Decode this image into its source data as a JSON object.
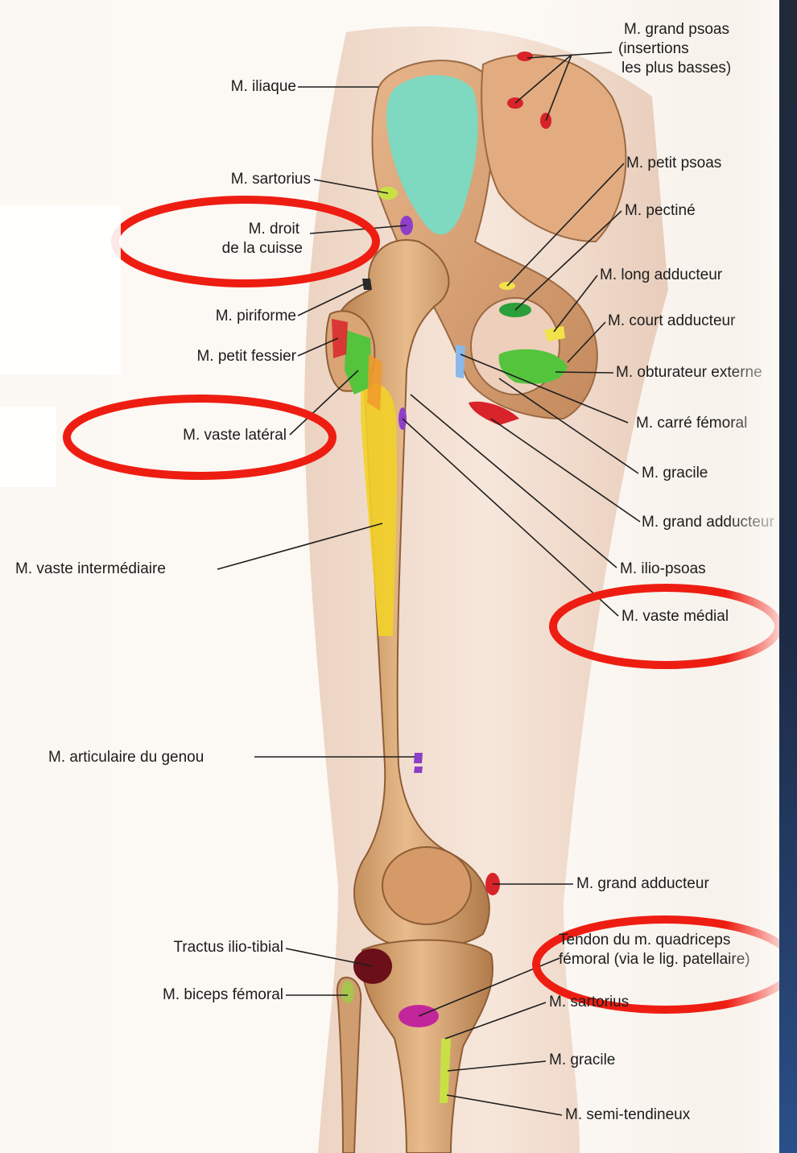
{
  "labels": {
    "grand_psoas": "M. grand psoas",
    "insertions": "(insertions",
    "plus_basses": "les plus basses)",
    "iliaque": "M. iliaque",
    "sartorius_top": "M. sartorius",
    "droit_1": "M. droit",
    "droit_2": "de la cuisse",
    "piriforme": "M. piriforme",
    "petit_fessier": "M. petit fessier",
    "vaste_lateral": "M. vaste latéral",
    "vaste_intermediaire": "M. vaste intermédiaire",
    "articulaire_genou": "M. articulaire du genou",
    "tractus": "Tractus ilio-tibial",
    "biceps": "M. biceps fémoral",
    "petit_psoas": "M. petit psoas",
    "pectine": "M. pectiné",
    "long_adducteur": "M. long adducteur",
    "court_adducteur": "M. court adducteur",
    "obturateur": "M. obturateur externe",
    "carre_femoral": "M. carré fémoral",
    "gracile_top": "M. gracile",
    "grand_adducteur_top": "M. grand adducteur",
    "ilio_psoas": "M. ilio-psoas",
    "vaste_medial": "M. vaste médial",
    "grand_adducteur_knee": "M. grand adducteur",
    "tendon_1": "Tendon du m. quadriceps",
    "tendon_2": "fémoral (via le lig. patellaire)",
    "sartorius_bottom": "M. sartorius",
    "gracile_bottom": "M. gracile",
    "semi_tendineux": "M. semi-tendineux"
  },
  "colors": {
    "highlight_ring": "#ee1d12",
    "bone": "#d9a878",
    "skin": "#f1dccd",
    "iliaque": "#7fd8c0",
    "yellow_muscle": "#f2d22a",
    "green_muscle": "#53c43c",
    "red_muscle": "#d8232a",
    "purple_muscle": "#8d3fc7",
    "magenta_muscle": "#c1279a",
    "dark_red": "#6b0f18"
  },
  "highlighted_labels": [
    "M. droit de la cuisse",
    "M. vaste latéral",
    "M. vaste médial",
    "Tendon du m. quadriceps fémoral"
  ]
}
